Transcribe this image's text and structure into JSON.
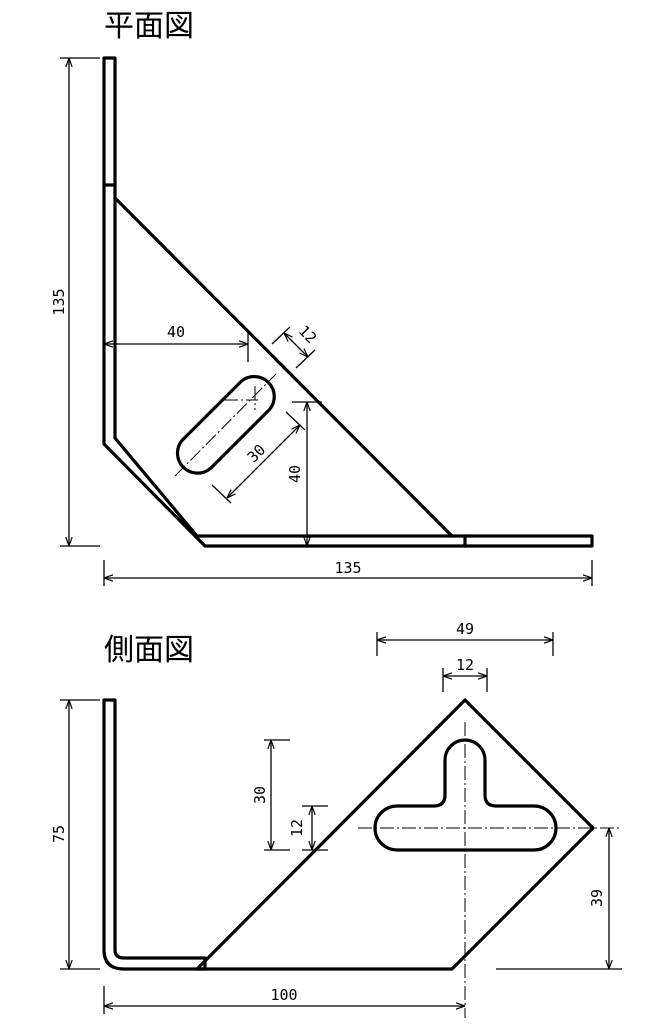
{
  "plan_view": {
    "title": "平面図",
    "dims": {
      "height": "135",
      "width": "135",
      "slot_offset_x": "40",
      "slot_offset_y": "40",
      "slot_width": "12",
      "slot_length": "30"
    }
  },
  "side_view": {
    "title": "側面図",
    "dims": {
      "height": "75",
      "base_width": "100",
      "top_width": "49",
      "slot_width": "12",
      "slot_length": "30",
      "slot_width_vertical": "12",
      "center_height": "39"
    }
  }
}
